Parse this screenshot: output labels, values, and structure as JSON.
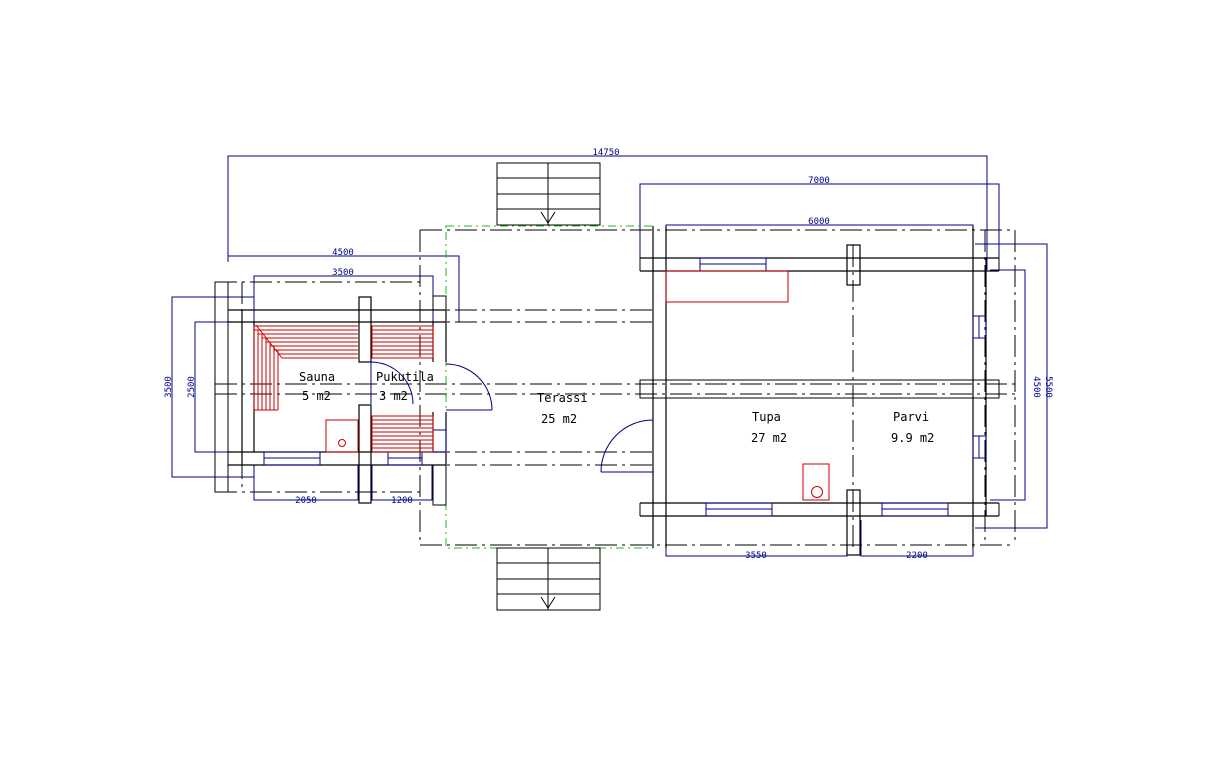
{
  "rooms": {
    "sauna": {
      "name": "Sauna",
      "area": "5 m2"
    },
    "pukutila": {
      "name": "Pukutila",
      "area": "3 m2"
    },
    "terassi": {
      "name": "Terassi",
      "area": "25 m2"
    },
    "tupa": {
      "name": "Tupa",
      "area": "27 m2"
    },
    "parvi": {
      "name": "Parvi",
      "area": "9.9 m2"
    }
  },
  "dimensions": {
    "total_width": "14750",
    "main_width_outer": "7000",
    "main_width_inner": "6000",
    "sauna_width_outer": "4500",
    "sauna_width_inner": "3500",
    "sauna_depth_outer": "3500",
    "sauna_depth_inner": "2500",
    "sauna_room": "2050",
    "pukutila_room": "1200",
    "tupa_room": "3550",
    "parvi_room": "2200",
    "main_depth_inner": "4500",
    "main_depth_outer": "5500"
  },
  "colors": {
    "walls": "#000000",
    "dimensions": "#000088",
    "fixtures": "#cc0000",
    "terrace_outline": "#22bb22"
  }
}
